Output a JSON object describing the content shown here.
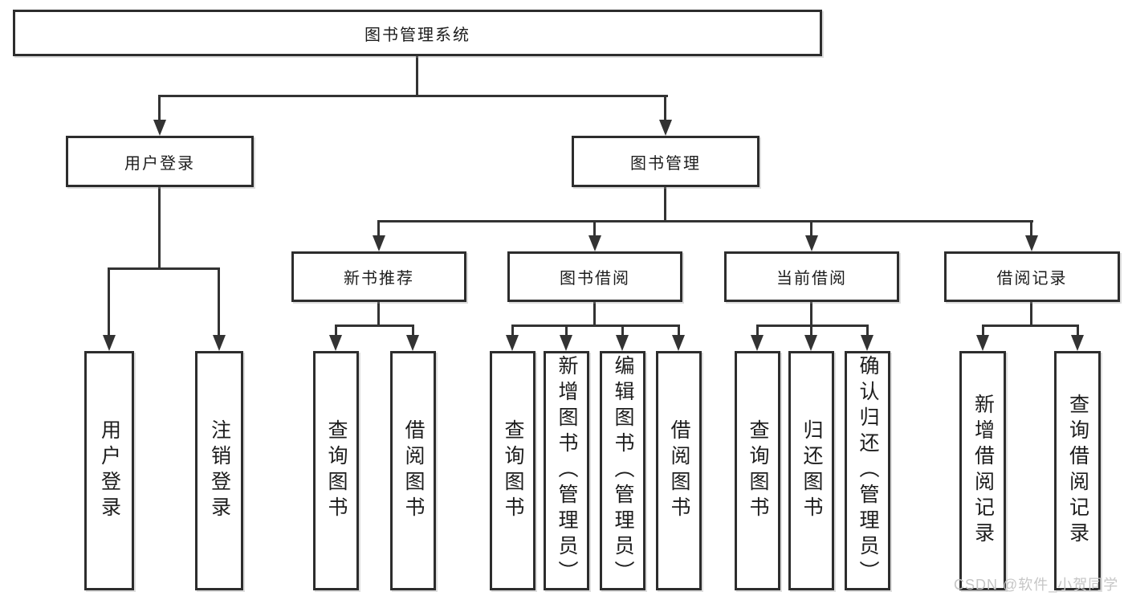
{
  "diagram": {
    "title": "图书管理系统",
    "nodes": {
      "root": "图书管理系统",
      "user_login": "用户登录",
      "book_mgmt": "图书管理",
      "new_book_rec": "新书推荐",
      "book_borrow": "图书借阅",
      "current_borrow": "当前借阅",
      "borrow_records": "借阅记录",
      "leaf_user_login": "用户登录",
      "leaf_logout": "注销登录",
      "leaf_query_book_1": "查询图书",
      "leaf_borrow_book_1": "借阅图书",
      "leaf_query_book_2": "查询图书",
      "leaf_add_book": "新增图书（管理员）",
      "leaf_edit_book": "编辑图书（管理员）",
      "leaf_borrow_book_2": "借阅图书",
      "leaf_query_book_3": "查询图书",
      "leaf_return_book": "归还图书",
      "leaf_confirm_return": "确认归还（管理员）",
      "leaf_add_record": "新增借阅记录",
      "leaf_query_record": "查询借阅记录"
    },
    "colors": {
      "line": "#333333",
      "box_border": "#2d2d2d",
      "text": "#1d1d1d",
      "background": "#ffffff",
      "watermark": "#c6c6c6"
    }
  },
  "watermark": {
    "text": "CSDN @软件_小贺同学"
  }
}
